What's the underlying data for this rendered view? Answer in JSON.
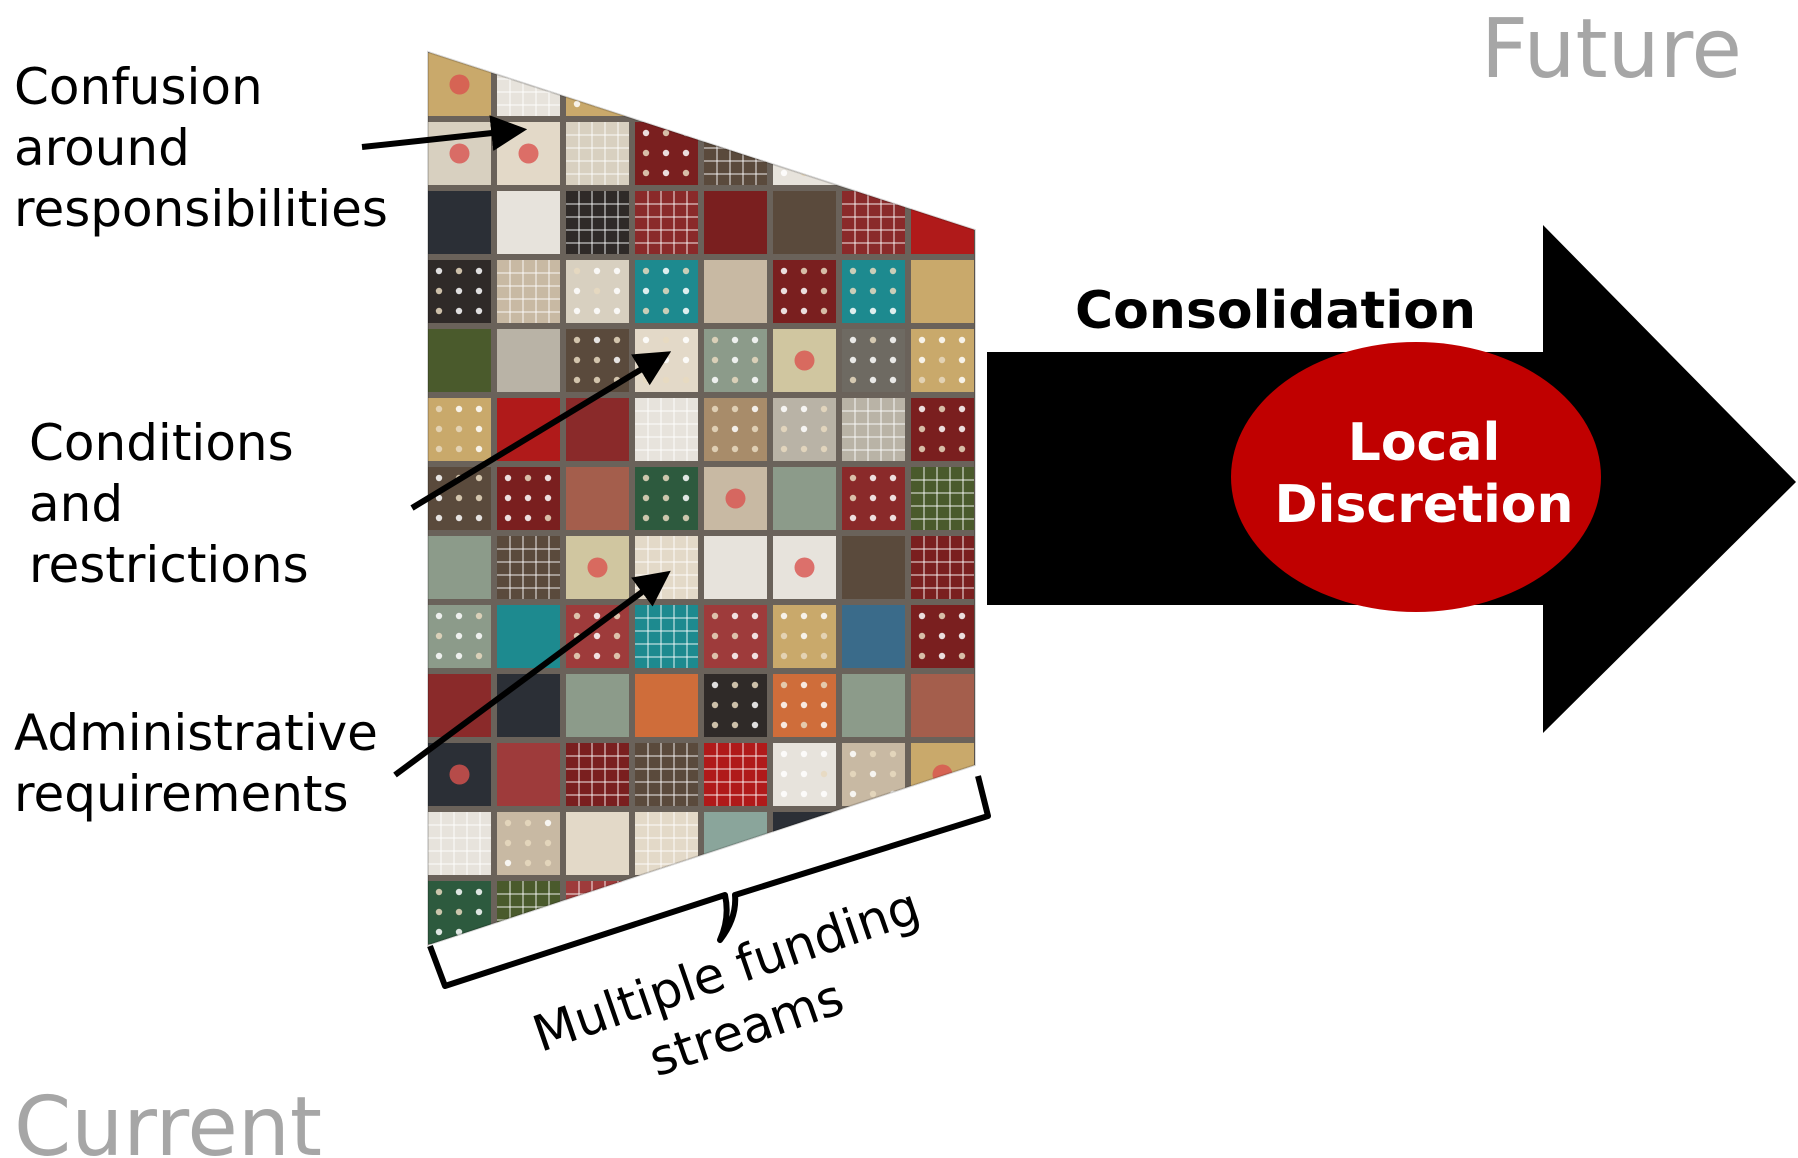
{
  "corner_labels": {
    "future": "Future",
    "current": "Current"
  },
  "left_labels": {
    "confusion": [
      "Confusion",
      "around",
      "responsibilities"
    ],
    "conditions": [
      "Conditions",
      "and",
      "restrictions"
    ],
    "administrative": [
      "Administrative",
      "requirements"
    ]
  },
  "bracket_label": [
    "Multiple funding",
    "streams"
  ],
  "arrow": {
    "label": "Consolidation",
    "color": "#000000"
  },
  "ellipse": {
    "lines": [
      "Local",
      "Discretion"
    ],
    "color": "#c00000",
    "text_color": "#ffffff"
  },
  "quilt": {
    "palette": [
      "#2f2a28",
      "#c8b9a3",
      "#7a1f1f",
      "#b01a1a",
      "#2d5a3e",
      "#d8d0c0",
      "#e7e3dc",
      "#8c9b8a",
      "#a88c6a",
      "#3a6b8a",
      "#1d8a8f",
      "#5a4a3c",
      "#c9a96b",
      "#4a5a2c",
      "#8a2a2a",
      "#b9b3a6",
      "#cf6d3a",
      "#2b2f36",
      "#e3d9c8",
      "#9e3b3b",
      "#6e6a62",
      "#8aa59b",
      "#d0c6a0",
      "#1f4f5a",
      "#a45e4c"
    ]
  }
}
